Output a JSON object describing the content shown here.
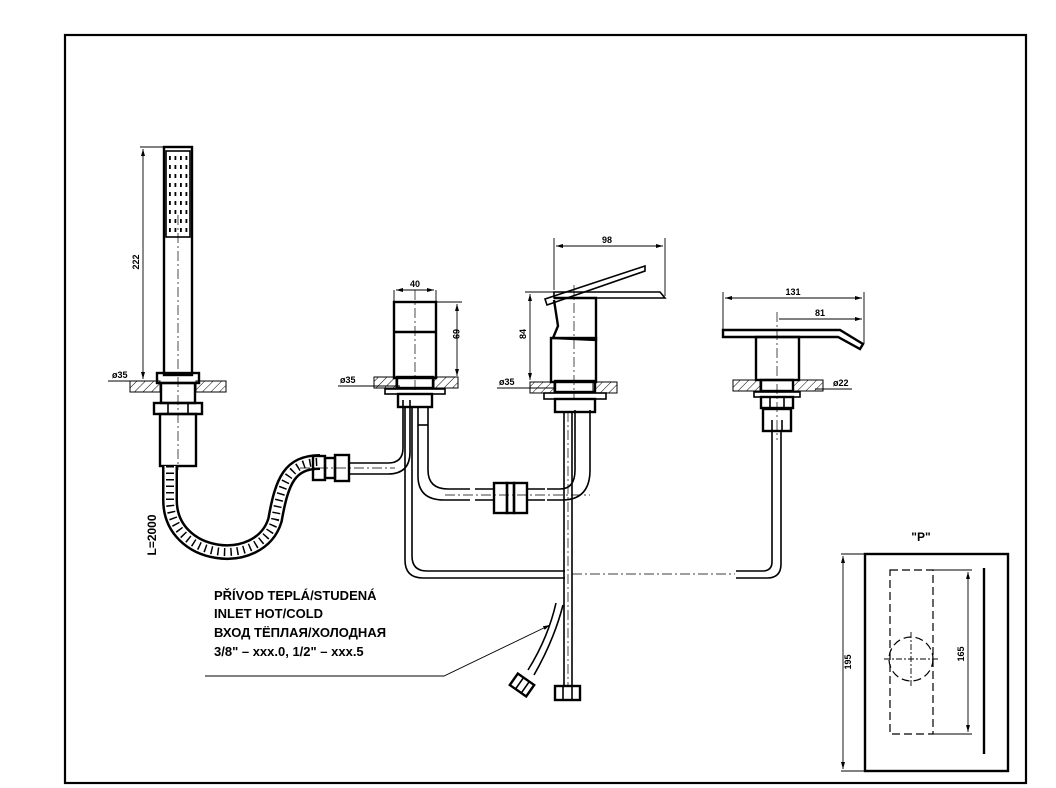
{
  "drawing": {
    "title_view": "\"P\"",
    "hose_length": "L=2000",
    "notes": [
      "PŘÍVOD TEPLÁ/STUDENÁ",
      "INLET HOT/COLD",
      "ВХОД ТЁПЛАЯ/ХОЛОДНАЯ",
      "3/8\" – xxx.0, 1/2\" – xxx.5"
    ],
    "hand_shower": {
      "height": "222",
      "hole_diameter": "ø35"
    },
    "diverter": {
      "width": "40",
      "height": "69",
      "hole_diameter": "ø35"
    },
    "mixer": {
      "reach": "98",
      "height": "84",
      "hole_diameter": "ø35"
    },
    "spout": {
      "length": "131",
      "projection": "81",
      "hole_diameter": "ø22"
    },
    "plate": {
      "outer_height": "195",
      "inner_height": "165"
    }
  },
  "colors": {
    "ink": "#000000",
    "paper": "#ffffff"
  }
}
